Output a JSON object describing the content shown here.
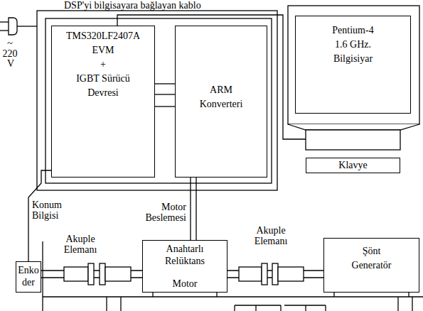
{
  "diagram": {
    "nodes": [
      {
        "text": [
          "TMS320LF2407A EVM",
          "+",
          "IGBT Sürücü Devresi"
        ]
      },
      {
        "text": [
          "ARM Konverteri"
        ]
      },
      {
        "text": [
          "Pentium-4 1.6 GHz. Bilgisiyar"
        ]
      },
      {
        "text": [
          "Klavye"
        ]
      },
      {
        "text": [
          "Enko der"
        ]
      },
      {
        "text": [
          "Anahtarlı Relüktans",
          "Motor"
        ]
      },
      {
        "text": [
          "Şönt Generatör"
        ]
      }
    ],
    "edges": [
      {
        "from": 0,
        "to": 1,
        "arrow": "none"
      },
      {
        "from": 0,
        "to": 1,
        "arrow": "none"
      },
      {
        "from": 0,
        "to": 1,
        "arrow": "none"
      },
      {
        "from": 1,
        "to": 5,
        "label": "Motor Beslemesi",
        "arrow": "none"
      },
      {
        "from": 4,
        "to": 0,
        "label": "Konum Bilgisi",
        "arrow": "none"
      },
      {
        "from": 4,
        "to": 5,
        "arrow": "none"
      },
      {
        "from": 5,
        "to": 6,
        "arrow": "none"
      }
    ],
    "labels": [
      "DSP'yi bilgisayara bağlayan kablo",
      "~",
      "220",
      "V",
      "Akuple Elemanı",
      "Akuple Elemanı"
    ]
  }
}
